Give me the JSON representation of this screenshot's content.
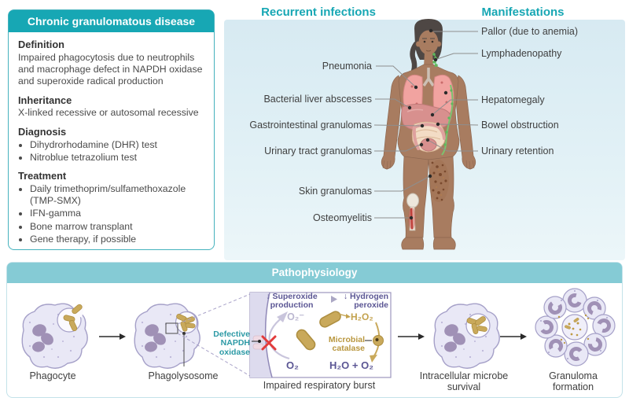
{
  "info_panel": {
    "title": "Chronic granulomatous disease",
    "definition_heading": "Definition",
    "definition_text": "Impaired phagocytosis due to neutrophils and macrophage defect in NAPDH oxidase and superoxide radical production",
    "inheritance_heading": "Inheritance",
    "inheritance_text": "X-linked recessive or autosomal recessive",
    "diagnosis_heading": "Diagnosis",
    "diagnosis_bullets": [
      "Dihydrorhodamine (DHR) test",
      "Nitroblue tetrazolium test"
    ],
    "treatment_heading": "Treatment",
    "treatment_bullets": [
      "Daily trimethoprim/sulfamethoxazole (TMP-SMX)",
      "IFN-gamma",
      "Bone marrow transplant",
      "Gene therapy, if possible"
    ]
  },
  "body_diagram": {
    "left_title": "Recurrent infections",
    "right_title": "Manifestations",
    "left_labels": [
      "Pneumonia",
      "Bacterial liver abscesses",
      "Gastrointestinal granulomas",
      "Urinary tract granulomas",
      "Skin granulomas",
      "Osteomyelitis"
    ],
    "right_labels": [
      "Pallor (due to anemia)",
      "Lymphadenopathy",
      "Hepatomegaly",
      "Bowel obstruction",
      "Urinary retention"
    ]
  },
  "pathophysiology": {
    "title": "Pathophysiology",
    "phagocyte_label": "Phagocyte",
    "phagolysosome_label": "Phagolysosome",
    "inset_caption": "Impaired respiratory burst",
    "survival_label": "Intracellular microbe survival",
    "granuloma_label": "Granuloma formation",
    "inset": {
      "superoxide": "↓ Superoxide production",
      "hydrogen_peroxide": "↓ Hydrogen peroxide",
      "o2_superoxide": "O₂⁻",
      "h2o2": "H₂O₂",
      "defective_napdh": "Defective NAPDH oxidase",
      "microbial_catalase": "Microbial catalase",
      "o2": "O₂",
      "h2o_plus_o2": "H₂O + O₂"
    }
  },
  "colors": {
    "teal_header": "#17A7B4",
    "teal_light_header": "#85CBD5",
    "panel_blue": "#D7EAF2",
    "purple_text": "#5B5694",
    "tan_text": "#B9973F",
    "teal_text": "#2D9AA6",
    "red_x": "#E23B3B",
    "cell_fill": "#E9E8F6",
    "bacteria_tan": "#C9A95B",
    "skin": "#A87C60"
  }
}
